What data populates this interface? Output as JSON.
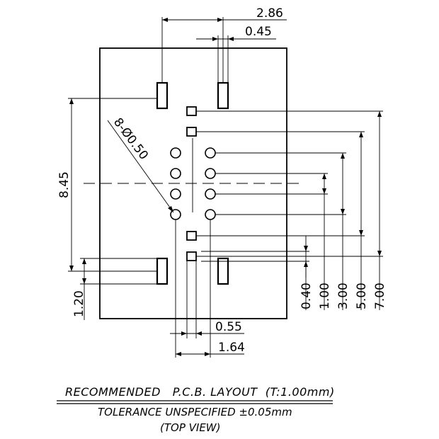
{
  "dimensions": {
    "pad_pitch": "2.86",
    "pad_width": "0.45",
    "hole_spec": "8-Ø0.50",
    "height_845": "8.45",
    "height_120": "1.20",
    "width_055": "0.55",
    "width_164": "1.64",
    "v_040": "0.40",
    "v_100": "1.00",
    "v_300": "3.00",
    "v_500": "5.00",
    "v_700": "7.00"
  },
  "footer": {
    "title": "RECOMMENDED   P.C.B. LAYOUT  (T:1.00mm)",
    "tolerance": "TOLERANCE UNSPECIFIED ±0.05mm",
    "view": "(TOP VIEW)"
  }
}
